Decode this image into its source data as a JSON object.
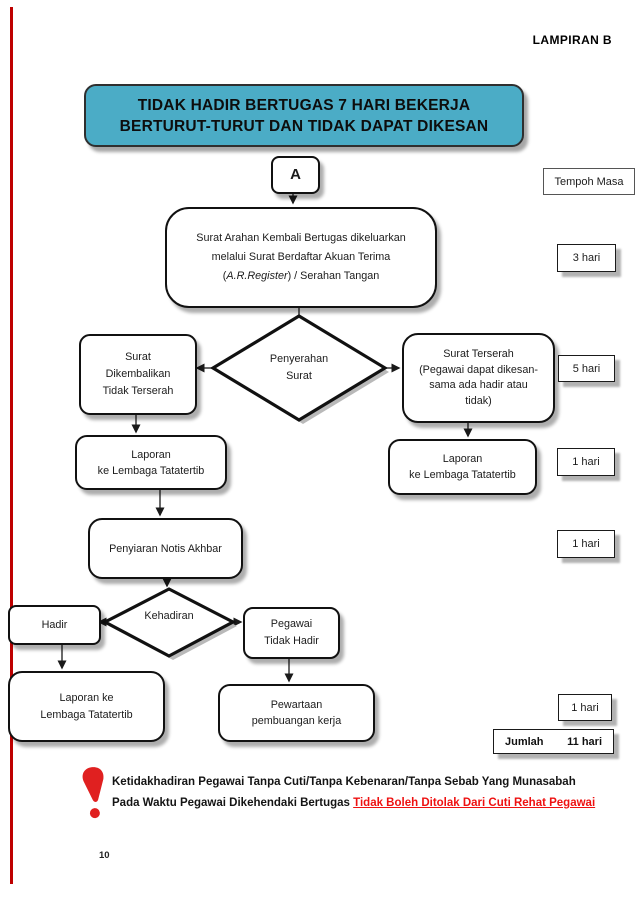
{
  "doc": {
    "lampiran": "LAMPIRAN  B",
    "page_number": "10"
  },
  "title_box": {
    "line1": "TIDAK HADIR BERTUGAS 7 HARI BEKERJA",
    "line2": "BERTURUT-TURUT DAN TIDAK DAPAT DIKESAN",
    "bg_color": "#4bacc6"
  },
  "nodes": {
    "connector_a": "A",
    "surat_arahan": {
      "line1": "Surat Arahan Kembali Bertugas dikeluarkan",
      "line2": "melalui Surat Berdaftar Akuan Terima",
      "line3_pre": "(",
      "line3_italic": "A.R.Register",
      "line3_post": ") / Serahan Tangan"
    },
    "penyerahan": {
      "line1": "Penyerahan",
      "line2": "Surat"
    },
    "surat_dikembalikan": {
      "line1": "Surat",
      "line2": "Dikembalikan",
      "line3": "Tidak Terserah"
    },
    "surat_terserah": {
      "line1": "Surat  Terserah",
      "line2": "(Pegawai dapat dikesan-",
      "line3": "sama ada hadir atau",
      "line4": "tidak)"
    },
    "laporan_left": {
      "line1": "Laporan",
      "line2": "ke Lembaga Tatatertib"
    },
    "laporan_right": {
      "line1": "Laporan",
      "line2": "ke Lembaga Tatatertib"
    },
    "penyiaran": "Penyiaran Notis Akhbar",
    "kehadiran": "Kehadiran",
    "hadir": "Hadir",
    "pegawai_tidak_hadir": {
      "line1": "Pegawai",
      "line2": "Tidak Hadir"
    },
    "laporan_bottom": {
      "line1": "Laporan ke",
      "line2": "Lembaga Tatatertib"
    },
    "pewartaan": {
      "line1": "Pewartaan",
      "line2": "pembuangan kerja"
    }
  },
  "timeline": {
    "header": "Tempoh Masa",
    "items": [
      "3 hari",
      "5 hari",
      "1 hari",
      "1 hari",
      "1 hari"
    ],
    "total_label": "Jumlah",
    "total_value": "11 hari"
  },
  "warning": {
    "line1": "Ketidakhadiran Pegawai Tanpa Cuti/Tanpa Kebenaran/Tanpa Sebab Yang Munasabah",
    "line2_black": "Pada Waktu Pegawai Dikehendaki Bertugas ",
    "line2_red": "Tidak Boleh Ditolak Dari Cuti Rehat Pegawai",
    "red_color": "#ee1111",
    "accent_red": "#be0000"
  }
}
